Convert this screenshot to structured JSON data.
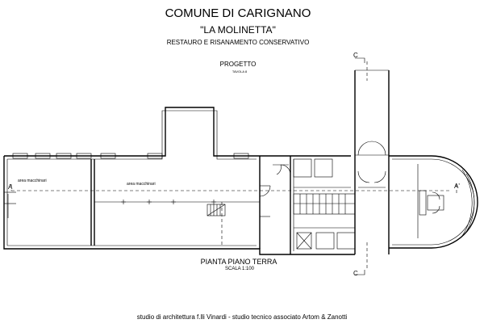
{
  "header": {
    "title": "COMUNE DI CARIGNANO",
    "subtitle": "\"LA MOLINETTA\"",
    "description": "RESTAURO E RISANAMENTO CONSERVATIVO"
  },
  "drawing": {
    "label": "PROGETTO",
    "sheet": "TAVOLA 8"
  },
  "rooms": {
    "left": "area macchinari",
    "middle": "area macchinari"
  },
  "sections": {
    "a": "A",
    "a_prime": "A'",
    "c_top": "C",
    "c_bottom": "C"
  },
  "plan": {
    "title": "PIANTA PIANO TERRA",
    "scale": "SCALA 1:100"
  },
  "footer": {
    "credits": "studio di architettura f.lli Vinardi - studio tecnico associato Artom & Zanotti"
  }
}
